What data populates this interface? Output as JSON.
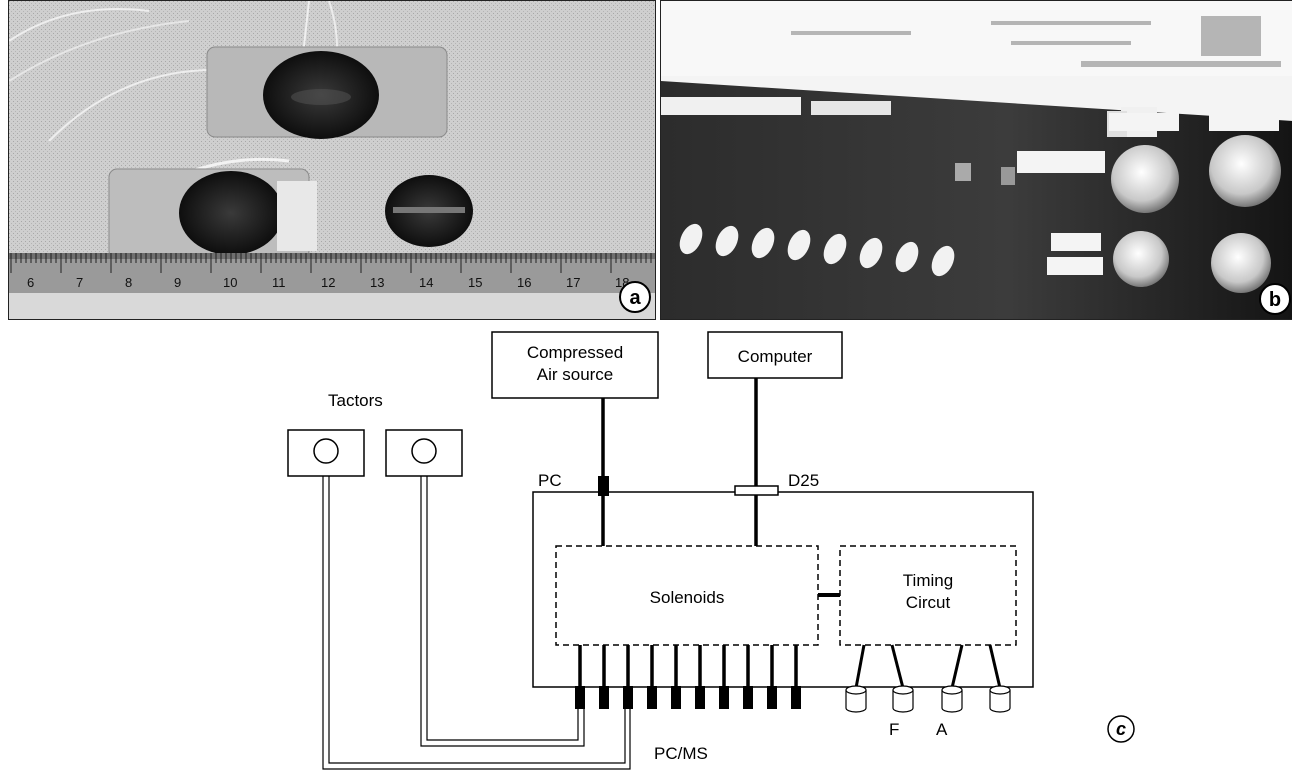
{
  "panels": {
    "a": {
      "label": "a"
    },
    "b": {
      "label": "b"
    },
    "c": {
      "label": "c"
    }
  },
  "ruler_numbers": [
    "6",
    "7",
    "8",
    "9",
    "10",
    "11",
    "12",
    "13",
    "14",
    "15",
    "16",
    "17",
    "18"
  ],
  "diagram": {
    "compressed_air": {
      "line1": "Compressed",
      "line2": "Air source"
    },
    "computer": "Computer",
    "tactors": "Tactors",
    "pc": "PC",
    "d25": "D25",
    "solenoids": "Solenoids",
    "timing": {
      "line1": "Timing",
      "line2": "Circut"
    },
    "pcms": "PC/MS",
    "f": "F",
    "a": "A"
  }
}
